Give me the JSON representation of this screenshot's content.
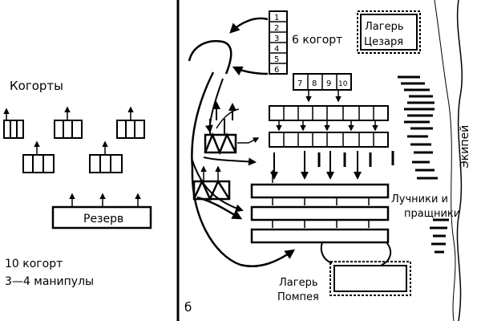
{
  "left_panel": {
    "cohorts_label": "Когорты",
    "reserve_label": "Резерв",
    "caption_line1": "10 когорт",
    "caption_line2": "3—4 манипулы"
  },
  "right_panel": {
    "panel_letter": "б",
    "cohort_numbers": [
      "1",
      "2",
      "3",
      "4",
      "5",
      "6"
    ],
    "six_cohorts_label": "6 когорт",
    "caesar_camp_line1": "Лагерь",
    "caesar_camp_line2": "Цезаря",
    "cohort_row": [
      "7",
      "8",
      "9",
      "10"
    ],
    "river_label": "Экипей",
    "archers_line1": "Лучники и",
    "archers_line2": "пращники",
    "pompey_camp_line1": "Лагерь",
    "pompey_camp_line2": "Помпея"
  },
  "colors": {
    "ink": "#000000",
    "paper": "#ffffff"
  }
}
